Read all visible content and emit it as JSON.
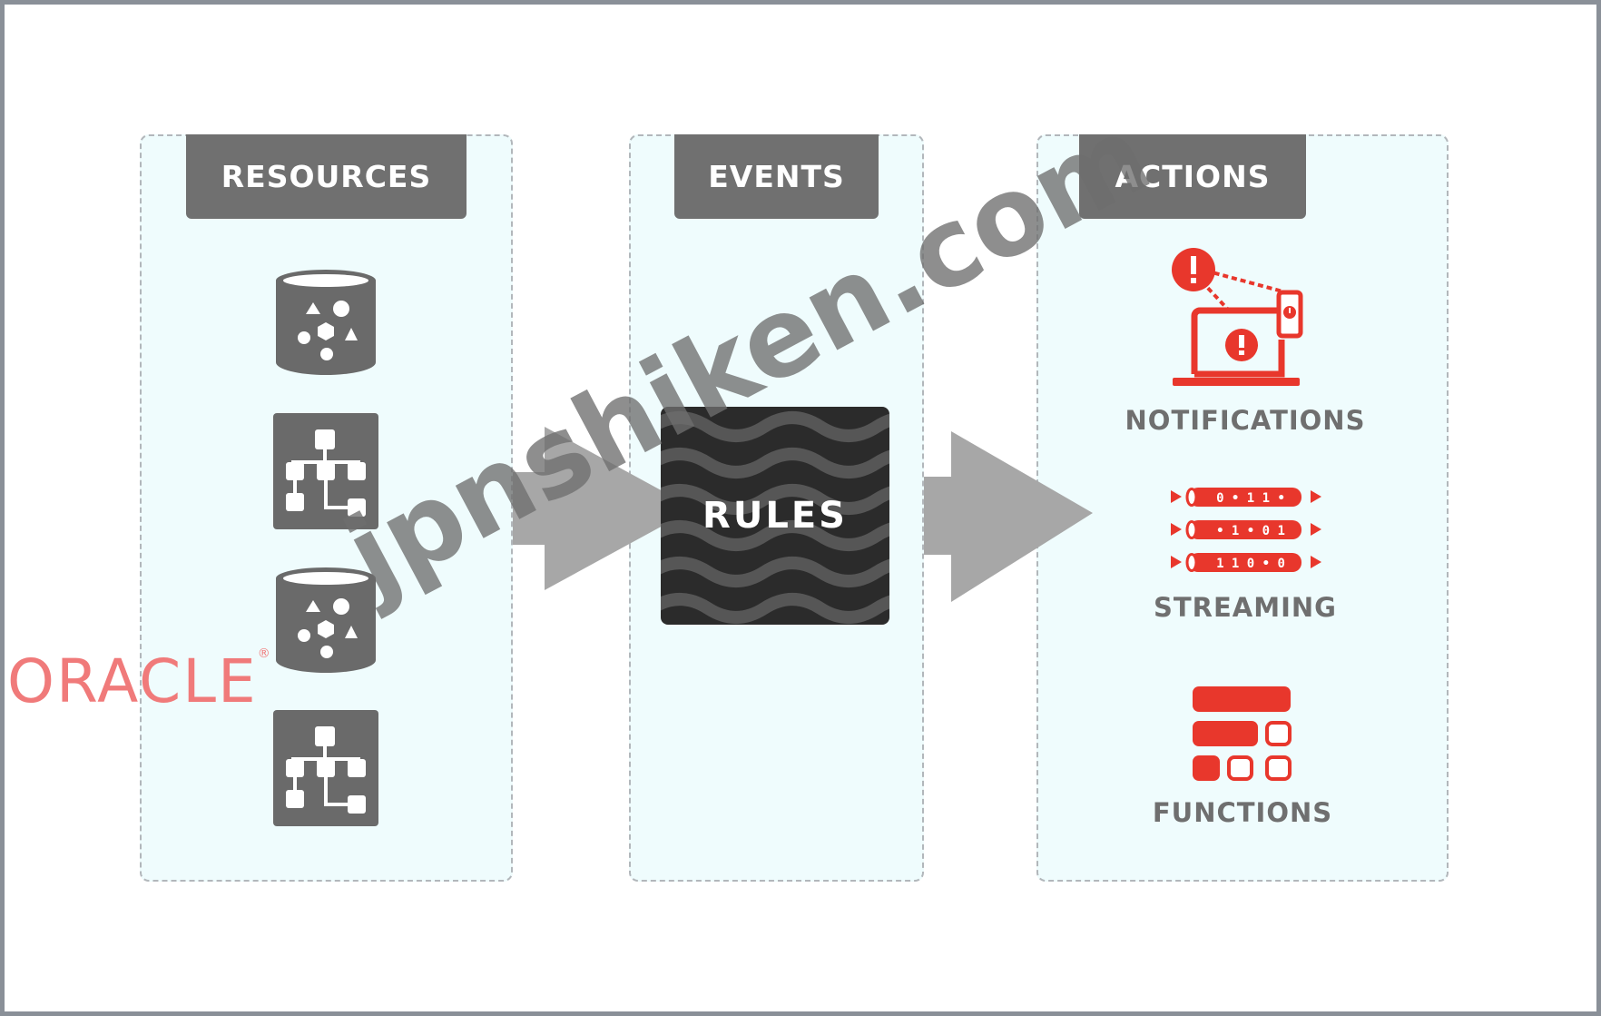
{
  "columns": {
    "resources": {
      "title": "RESOURCES"
    },
    "events": {
      "title": "EVENTS",
      "rules_label": "RULES"
    },
    "actions": {
      "title": "ACTIONS",
      "items": [
        {
          "label": "NOTIFICATIONS",
          "icon": "notification-alert-icon"
        },
        {
          "label": "STREAMING",
          "icon": "data-stream-icon",
          "stream_lines": [
            "0 • 1 1 •",
            "• 1 • 0 1",
            "1 1 0 • 0"
          ]
        },
        {
          "label": "FUNCTIONS",
          "icon": "functions-blocks-icon"
        }
      ]
    }
  },
  "logo": {
    "text": "ORACLE",
    "mark": "®"
  },
  "watermark": "jpnshiken.com",
  "colors": {
    "accent": "#e8372c",
    "tab_gray": "#707070",
    "icon_gray": "#6a6a6a",
    "panel_bg": "#effcfd",
    "arrow_gray": "#a7a7a7",
    "rules_bg": "#2b2b2b"
  }
}
